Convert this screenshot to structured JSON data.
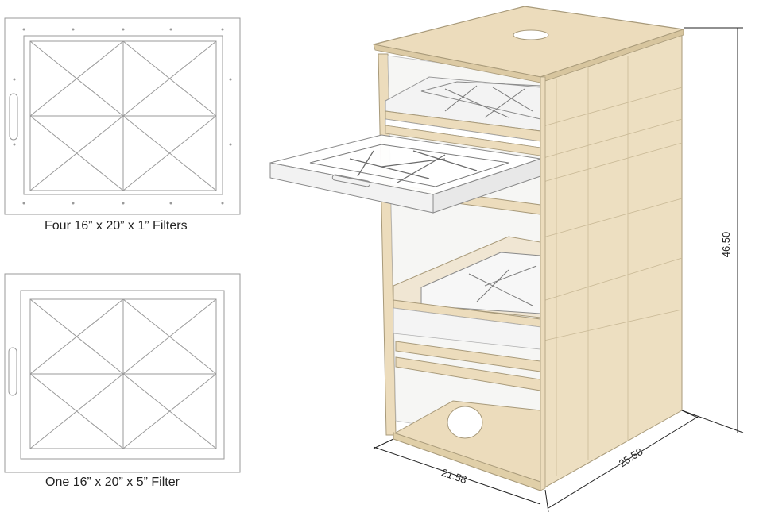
{
  "captions": {
    "thin_filters": "Four 16” x 20” x 1” Filters",
    "thick_filter": "One 16” x 20” x 5” Filter"
  },
  "dimensions": {
    "height": "46.50",
    "depth": "25.58",
    "width": "21.58"
  },
  "colors": {
    "wood": "#ecdcbc",
    "wood_edge": "#a89a7a",
    "line": "#8a8a8a"
  }
}
